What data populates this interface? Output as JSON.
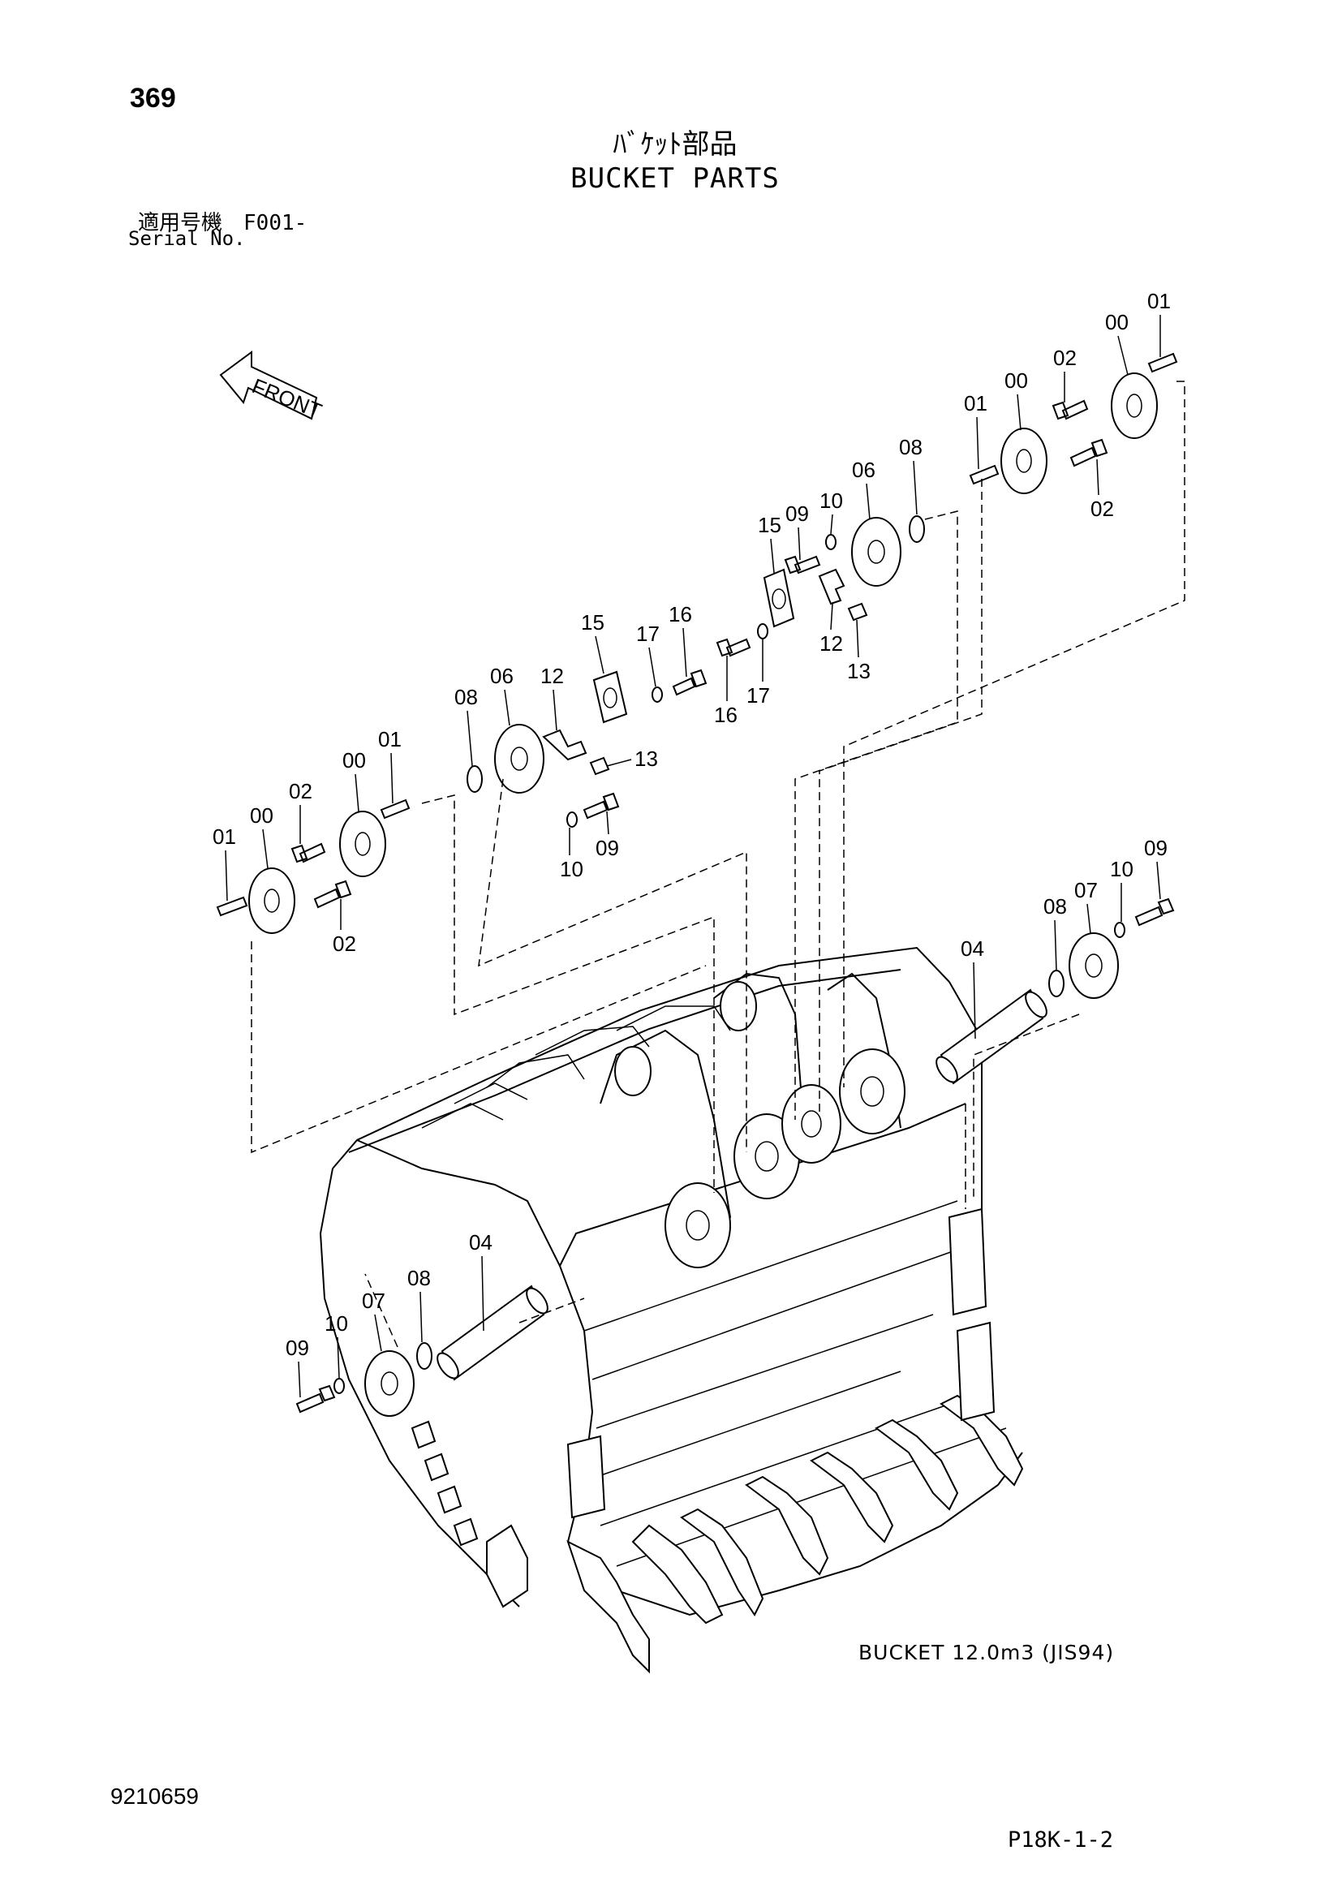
{
  "page_number": "369",
  "title_jp": "ﾊﾞｹｯﾄ部品",
  "title_en": "BUCKET PARTS",
  "serial_label_jp": "適用号機",
  "serial_value": "F001-",
  "serial_label_en": "Serial No.",
  "front_label": "FRONT",
  "bucket_spec": "BUCKET 12.0m3 (JIS94)",
  "doc_number": "9210659",
  "page_ref": "P18K-1-2",
  "callouts": [
    "00",
    "00",
    "00",
    "00",
    "01",
    "01",
    "01",
    "01",
    "02",
    "02",
    "02",
    "02",
    "04",
    "04",
    "06",
    "06",
    "07",
    "07",
    "08",
    "08",
    "08",
    "08",
    "09",
    "09",
    "09",
    "09",
    "10",
    "10",
    "10",
    "10",
    "12",
    "12",
    "13",
    "13",
    "15",
    "15",
    "16",
    "16",
    "17",
    "17"
  ]
}
